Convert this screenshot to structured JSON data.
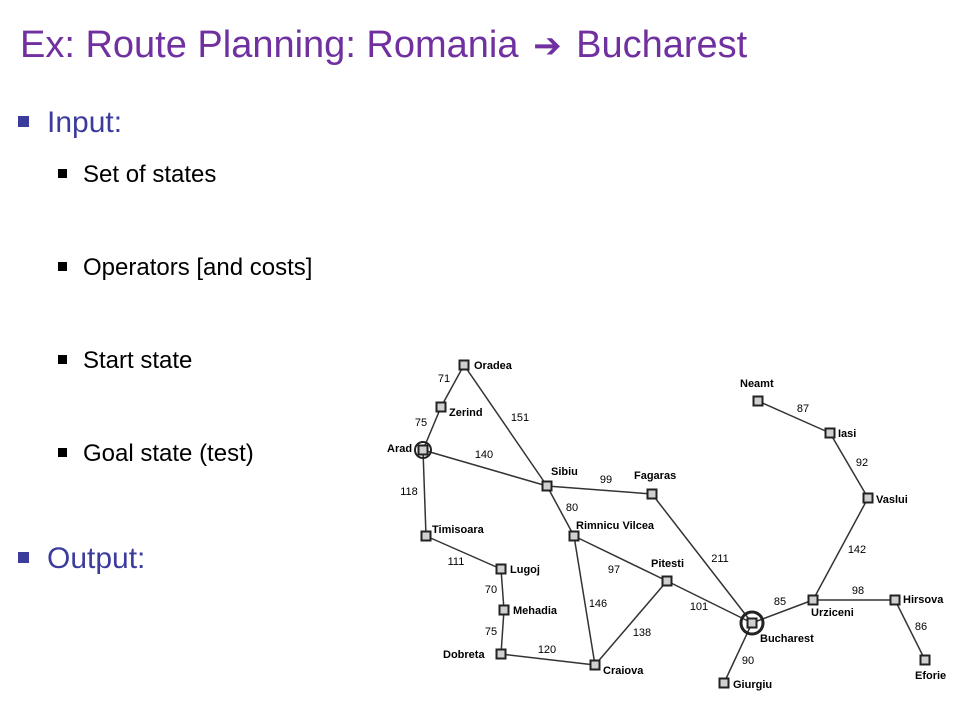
{
  "title": {
    "prefix": "Ex: Route Planning: Romania",
    "arrow": "➔",
    "suffix": "Bucharest"
  },
  "colors": {
    "title": "#7030a0",
    "bullet_l1": "#3c3c9c",
    "text_l2": "#000000"
  },
  "bullets": {
    "input": "Input:",
    "items": [
      "Set of states",
      "Operators [and costs]",
      "Start state",
      "Goal state (test)"
    ],
    "output": "Output:"
  },
  "map": {
    "cities": [
      {
        "id": "oradea",
        "name": "Oradea"
      },
      {
        "id": "zerind",
        "name": "Zerind"
      },
      {
        "id": "arad",
        "name": "Arad",
        "marker": "start"
      },
      {
        "id": "timisoara",
        "name": "Timisoara"
      },
      {
        "id": "lugoj",
        "name": "Lugoj"
      },
      {
        "id": "mehadia",
        "name": "Mehadia"
      },
      {
        "id": "dobreta",
        "name": "Dobreta"
      },
      {
        "id": "craiova",
        "name": "Craiova"
      },
      {
        "id": "sibiu",
        "name": "Sibiu"
      },
      {
        "id": "rimnicu",
        "name": "Rimnicu Vilcea"
      },
      {
        "id": "fagaras",
        "name": "Fagaras"
      },
      {
        "id": "pitesti",
        "name": "Pitesti"
      },
      {
        "id": "bucharest",
        "name": "Bucharest",
        "marker": "goal"
      },
      {
        "id": "giurgiu",
        "name": "Giurgiu"
      },
      {
        "id": "urziceni",
        "name": "Urziceni"
      },
      {
        "id": "hirsova",
        "name": "Hirsova"
      },
      {
        "id": "eforie",
        "name": "Eforie"
      },
      {
        "id": "vaslui",
        "name": "Vaslui"
      },
      {
        "id": "iasi",
        "name": "Iasi"
      },
      {
        "id": "neamt",
        "name": "Neamt"
      }
    ],
    "roads": [
      {
        "from": "oradea",
        "to": "zerind",
        "cost": "71"
      },
      {
        "from": "zerind",
        "to": "arad",
        "cost": "75"
      },
      {
        "from": "oradea",
        "to": "sibiu",
        "cost": "151"
      },
      {
        "from": "arad",
        "to": "sibiu",
        "cost": "140"
      },
      {
        "from": "arad",
        "to": "timisoara",
        "cost": "118"
      },
      {
        "from": "timisoara",
        "to": "lugoj",
        "cost": "111"
      },
      {
        "from": "lugoj",
        "to": "mehadia",
        "cost": "70"
      },
      {
        "from": "mehadia",
        "to": "dobreta",
        "cost": "75"
      },
      {
        "from": "dobreta",
        "to": "craiova",
        "cost": "120"
      },
      {
        "from": "sibiu",
        "to": "fagaras",
        "cost": "99"
      },
      {
        "from": "sibiu",
        "to": "rimnicu",
        "cost": "80"
      },
      {
        "from": "rimnicu",
        "to": "pitesti",
        "cost": "97"
      },
      {
        "from": "rimnicu",
        "to": "craiova",
        "cost": "146"
      },
      {
        "from": "craiova",
        "to": "pitesti",
        "cost": "138"
      },
      {
        "from": "fagaras",
        "to": "bucharest",
        "cost": "211"
      },
      {
        "from": "pitesti",
        "to": "bucharest",
        "cost": "101"
      },
      {
        "from": "bucharest",
        "to": "giurgiu",
        "cost": "90"
      },
      {
        "from": "bucharest",
        "to": "urziceni",
        "cost": "85"
      },
      {
        "from": "urziceni",
        "to": "hirsova",
        "cost": "98"
      },
      {
        "from": "hirsova",
        "to": "eforie",
        "cost": "86"
      },
      {
        "from": "urziceni",
        "to": "vaslui",
        "cost": "142"
      },
      {
        "from": "vaslui",
        "to": "iasi",
        "cost": "92"
      },
      {
        "from": "iasi",
        "to": "neamt",
        "cost": "87"
      }
    ]
  }
}
